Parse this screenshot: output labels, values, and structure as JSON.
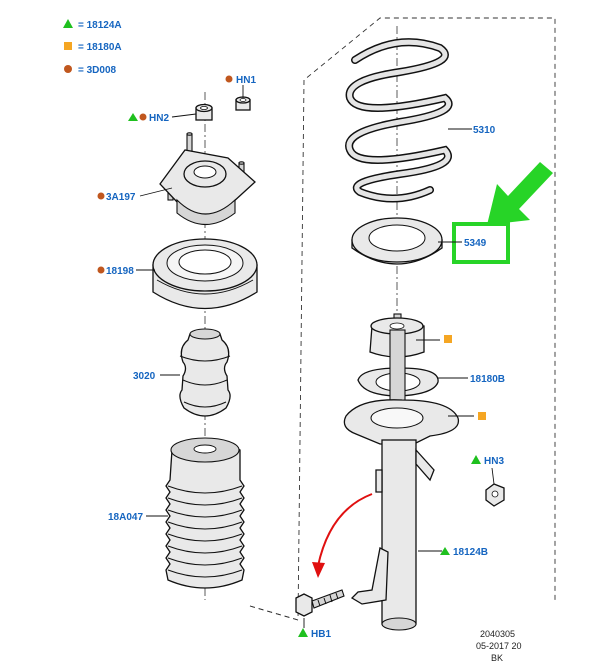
{
  "legend": [
    {
      "symbol": "triangle",
      "color": "#1fc01f",
      "code": "= 18124A"
    },
    {
      "symbol": "square",
      "color": "#f5a623",
      "code": "= 18180A"
    },
    {
      "symbol": "circle",
      "color": "#c0571e",
      "code": "= 3D008"
    }
  ],
  "callouts": {
    "hn1": "HN1",
    "hn2": "HN2",
    "a3197": "3A197",
    "p18198": "18198",
    "p3020": "3020",
    "p18a047": "18A047",
    "p5310": "5310",
    "p5349": "5349",
    "p18180b": "18180B",
    "hn3": "HN3",
    "p18124b": "18124B",
    "hb1": "HB1"
  },
  "highlight": {
    "color": "#27d427"
  },
  "arrow_color": "#e01010",
  "footer": {
    "line1": "2040305",
    "line2": "05-2017 20",
    "line3": "BK"
  }
}
